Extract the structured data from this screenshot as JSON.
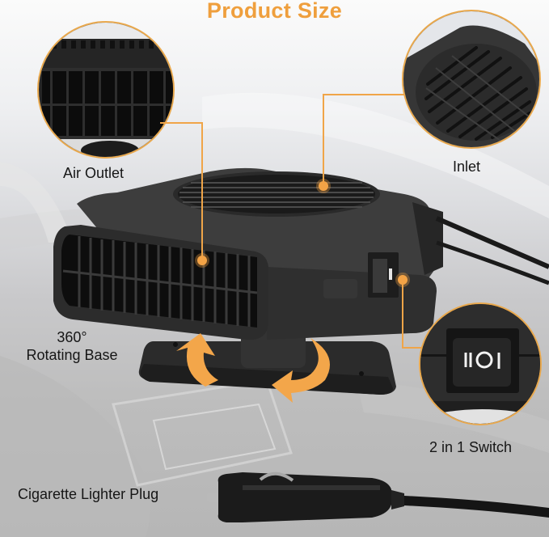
{
  "title": "Product Size",
  "colors": {
    "accent": "#EF9F3D",
    "leader_line": "#F0A548",
    "product_body": "#3A3A3A",
    "label_text": "#161616"
  },
  "callouts": [
    {
      "id": "air-outlet",
      "label": "Air Outlet"
    },
    {
      "id": "inlet",
      "label": "Inlet"
    },
    {
      "id": "rotating-base",
      "label_line1": "360°",
      "label_line2": "Rotating Base"
    },
    {
      "id": "switch",
      "label": "2 in 1 Switch",
      "switch_symbols": "II O I"
    },
    {
      "id": "plug",
      "label": "Cigarette Lighter Plug"
    }
  ]
}
